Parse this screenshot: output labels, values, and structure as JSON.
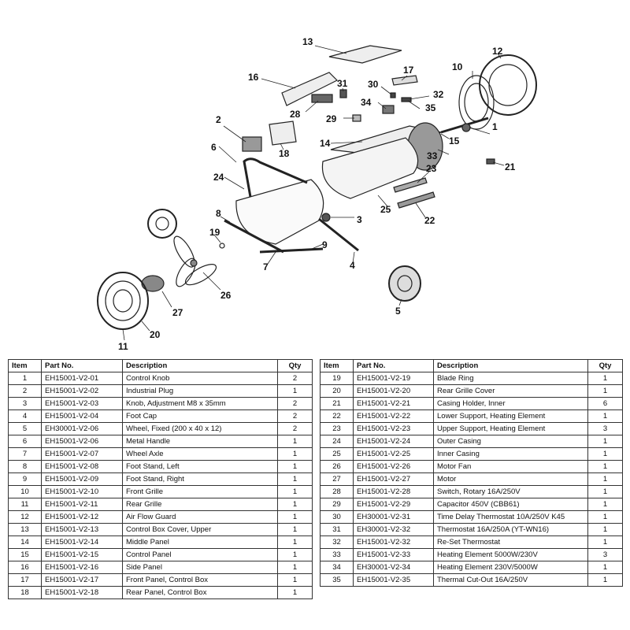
{
  "callouts": [
    "1",
    "2",
    "3",
    "4",
    "5",
    "6",
    "7",
    "8",
    "9",
    "10",
    "11",
    "12",
    "13",
    "14",
    "15",
    "16",
    "17",
    "18",
    "19",
    "20",
    "21",
    "22",
    "23",
    "24",
    "25",
    "26",
    "27",
    "28",
    "29",
    "30",
    "31",
    "32",
    "33",
    "34",
    "35"
  ],
  "table": {
    "headers": {
      "item": "Item",
      "part_no": "Part No.",
      "description": "Description",
      "qty": "Qty"
    },
    "left_rows": [
      {
        "item": "1",
        "part_no": "EH15001-V2-01",
        "description": "Control Knob",
        "qty": "2"
      },
      {
        "item": "2",
        "part_no": "EH15001-V2-02",
        "description": "Industrial Plug",
        "qty": "1"
      },
      {
        "item": "3",
        "part_no": "EH15001-V2-03",
        "description": "Knob, Adjustment M8 x 35mm",
        "qty": "2"
      },
      {
        "item": "4",
        "part_no": "EH15001-V2-04",
        "description": "Foot Cap",
        "qty": "2"
      },
      {
        "item": "5",
        "part_no": "EH30001-V2-06",
        "description": "Wheel, Fixed (200 x 40 x 12)",
        "qty": "2"
      },
      {
        "item": "6",
        "part_no": "EH15001-V2-06",
        "description": "Metal Handle",
        "qty": "1"
      },
      {
        "item": "7",
        "part_no": "EH15001-V2-07",
        "description": "Wheel Axle",
        "qty": "1"
      },
      {
        "item": "8",
        "part_no": "EH15001-V2-08",
        "description": "Foot Stand, Left",
        "qty": "1"
      },
      {
        "item": "9",
        "part_no": "EH15001-V2-09",
        "description": "Foot Stand, Right",
        "qty": "1"
      },
      {
        "item": "10",
        "part_no": "EH15001-V2-10",
        "description": "Front Grille",
        "qty": "1"
      },
      {
        "item": "11",
        "part_no": "EH15001-V2-11",
        "description": "Rear Grille",
        "qty": "1"
      },
      {
        "item": "12",
        "part_no": "EH15001-V2-12",
        "description": "Air Flow Guard",
        "qty": "1"
      },
      {
        "item": "13",
        "part_no": "EH15001-V2-13",
        "description": "Control Box Cover, Upper",
        "qty": "1"
      },
      {
        "item": "14",
        "part_no": "EH15001-V2-14",
        "description": "Middle Panel",
        "qty": "1"
      },
      {
        "item": "15",
        "part_no": "EH15001-V2-15",
        "description": "Control Panel",
        "qty": "1"
      },
      {
        "item": "16",
        "part_no": "EH15001-V2-16",
        "description": "Side Panel",
        "qty": "1"
      },
      {
        "item": "17",
        "part_no": "EH15001-V2-17",
        "description": "Front Panel, Control Box",
        "qty": "1"
      },
      {
        "item": "18",
        "part_no": "EH15001-V2-18",
        "description": "Rear Panel, Control Box",
        "qty": "1"
      }
    ],
    "right_rows": [
      {
        "item": "19",
        "part_no": "EH15001-V2-19",
        "description": "Blade Ring",
        "qty": "1"
      },
      {
        "item": "20",
        "part_no": "EH15001-V2-20",
        "description": "Rear Grille Cover",
        "qty": "1"
      },
      {
        "item": "21",
        "part_no": "EH15001-V2-21",
        "description": "Casing Holder, Inner",
        "qty": "6"
      },
      {
        "item": "22",
        "part_no": "EH15001-V2-22",
        "description": "Lower Support, Heating Element",
        "qty": "1"
      },
      {
        "item": "23",
        "part_no": "EH15001-V2-23",
        "description": "Upper Support, Heating Element",
        "qty": "3"
      },
      {
        "item": "24",
        "part_no": "EH15001-V2-24",
        "description": "Outer Casing",
        "qty": "1"
      },
      {
        "item": "25",
        "part_no": "EH15001-V2-25",
        "description": "Inner Casing",
        "qty": "1"
      },
      {
        "item": "26",
        "part_no": "EH15001-V2-26",
        "description": "Motor Fan",
        "qty": "1"
      },
      {
        "item": "27",
        "part_no": "EH15001-V2-27",
        "description": "Motor",
        "qty": "1"
      },
      {
        "item": "28",
        "part_no": "EH15001-V2-28",
        "description": "Switch, Rotary 16A/250V",
        "qty": "1"
      },
      {
        "item": "29",
        "part_no": "EH15001-V2-29",
        "description": "Capacitor 450V (CBB61)",
        "qty": "1"
      },
      {
        "item": "30",
        "part_no": "EH30001-V2-31",
        "description": "Time Delay Thermostat 10A/250V K45",
        "qty": "1"
      },
      {
        "item": "31",
        "part_no": "EH30001-V2-32",
        "description": "Thermostat 16A/250A (YT-WN16)",
        "qty": "1"
      },
      {
        "item": "32",
        "part_no": "EH15001-V2-32",
        "description": "Re-Set Thermostat",
        "qty": "1"
      },
      {
        "item": "33",
        "part_no": "EH15001-V2-33",
        "description": "Heating Element 5000W/230V",
        "qty": "3"
      },
      {
        "item": "34",
        "part_no": "EH30001-V2-34",
        "description": "Heating Element 230V/5000W",
        "qty": "1"
      },
      {
        "item": "35",
        "part_no": "EH15001-V2-35",
        "description": "Thermal Cut-Out 16A/250V",
        "qty": "1"
      }
    ]
  }
}
